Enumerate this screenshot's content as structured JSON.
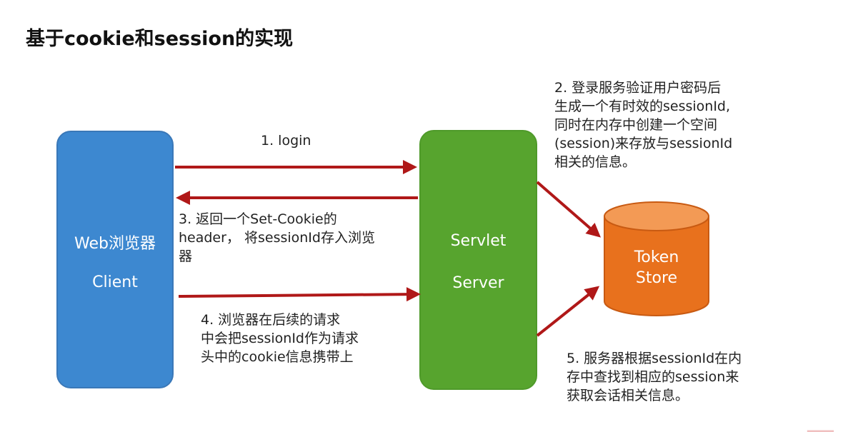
{
  "page_title": "基于cookie和session的实现",
  "client": {
    "line1": "Web浏览器",
    "line2": "Client",
    "color": "#3d88d0"
  },
  "server": {
    "line1": "Servlet",
    "line2": "Server",
    "color": "#57a42e"
  },
  "store": {
    "line1": "Token",
    "line2": "Store",
    "color": "#e8711d"
  },
  "arrow_color": "#b01818",
  "steps": {
    "step1": "1. login",
    "step2": "2. 登录服务验证用户密码后\n生成一个有时效的sessionId,\n同时在内存中创建一个空间\n(session)来存放与sessionId\n相关的信息。",
    "step3": "3. 返回一个Set-Cookie的\nheader， 将sessionId存入浏览\n器",
    "step4": "4. 浏览器在后续的请求\n中会把sessionId作为请求\n头中的cookie信息携带上",
    "step5": "5. 服务器根据sessionId在内\n存中查找到相应的session来\n获取会话相关信息。"
  }
}
